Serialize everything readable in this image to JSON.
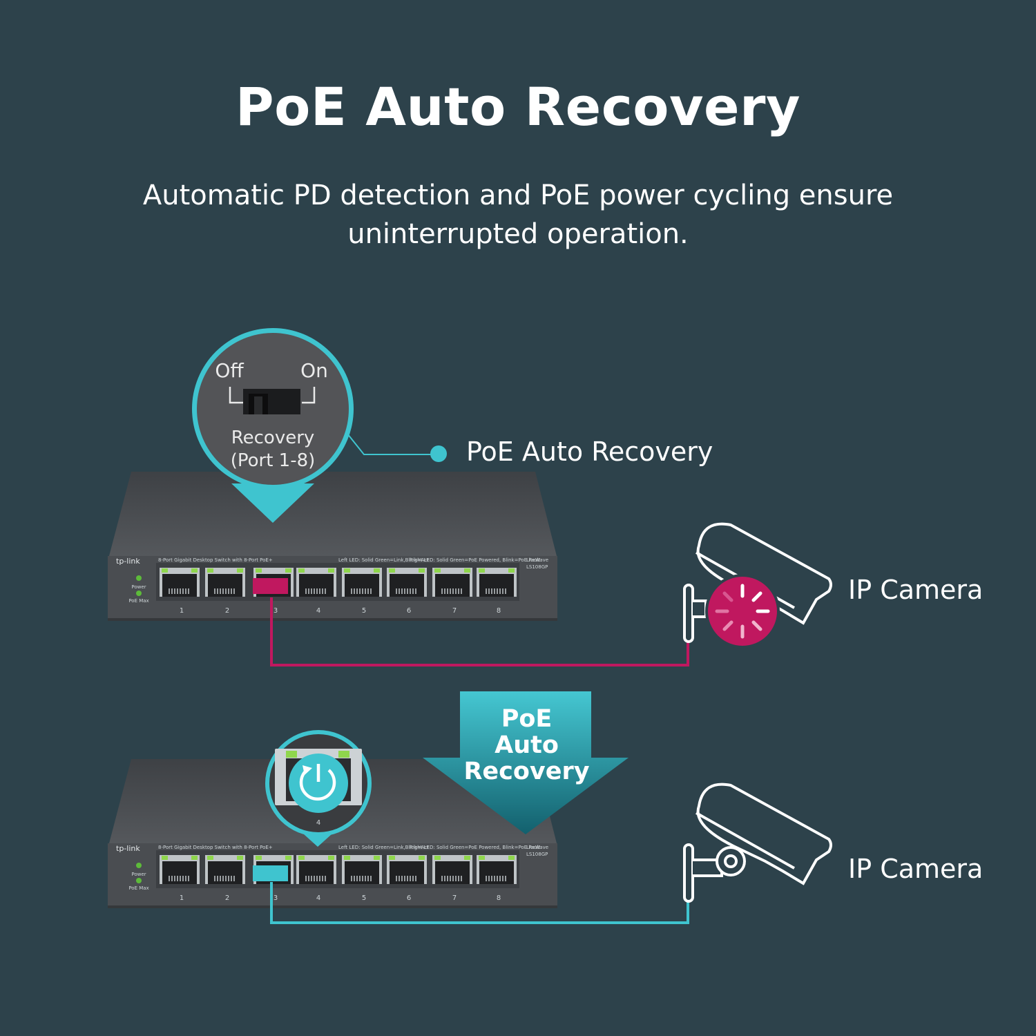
{
  "header": {
    "title": "PoE Auto Recovery",
    "subtitle_line1": "Automatic PD detection and PoE power cycling ensure",
    "subtitle_line2": "uninterrupted operation."
  },
  "callout": {
    "label": "PoE Auto Recovery",
    "switch_off": "Off",
    "switch_on": "On",
    "recovery_line1": "Recovery",
    "recovery_line2": "(Port 1-8)"
  },
  "badge": {
    "line1": "PoE",
    "line2": "Auto",
    "line3": "Recovery"
  },
  "switch": {
    "brand": "tp-link",
    "description": "8-Port Gigabit Desktop Switch with 8-Port PoE+",
    "led_left": "Left LED: Solid Green=Link,Blink=Act",
    "led_right": "Right LED: Solid Green=PoE Powered, Blink=PoE Fault",
    "series": "LiteWave",
    "model": "LS108GP",
    "power_label": "Power",
    "poemax_label": "PoE Max",
    "ports": [
      "1",
      "2",
      "3",
      "4",
      "5",
      "6",
      "7",
      "8"
    ],
    "zoom_port_number": "4"
  },
  "cameras": {
    "top_label": "IP Camera",
    "bottom_label": "IP Camera"
  },
  "colors": {
    "background": "#2d424b",
    "fault": "#c0185f",
    "ok": "#3fc4cf",
    "switch_body": "#4a4d51"
  }
}
